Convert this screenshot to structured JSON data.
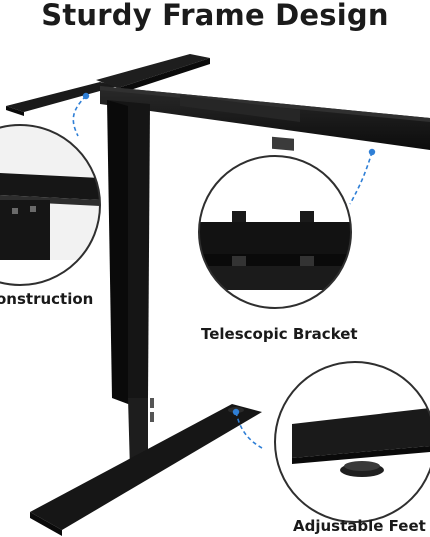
{
  "heading": {
    "title": "Sturdy Frame Design"
  },
  "callouts": {
    "left_label": "onstruction",
    "middle_label": "Telescopic Bracket",
    "right_label": "Adjustable Feet"
  },
  "colors": {
    "frame": "#141414",
    "accent_ring": "#2f7fd6",
    "background": "#ffffff"
  }
}
